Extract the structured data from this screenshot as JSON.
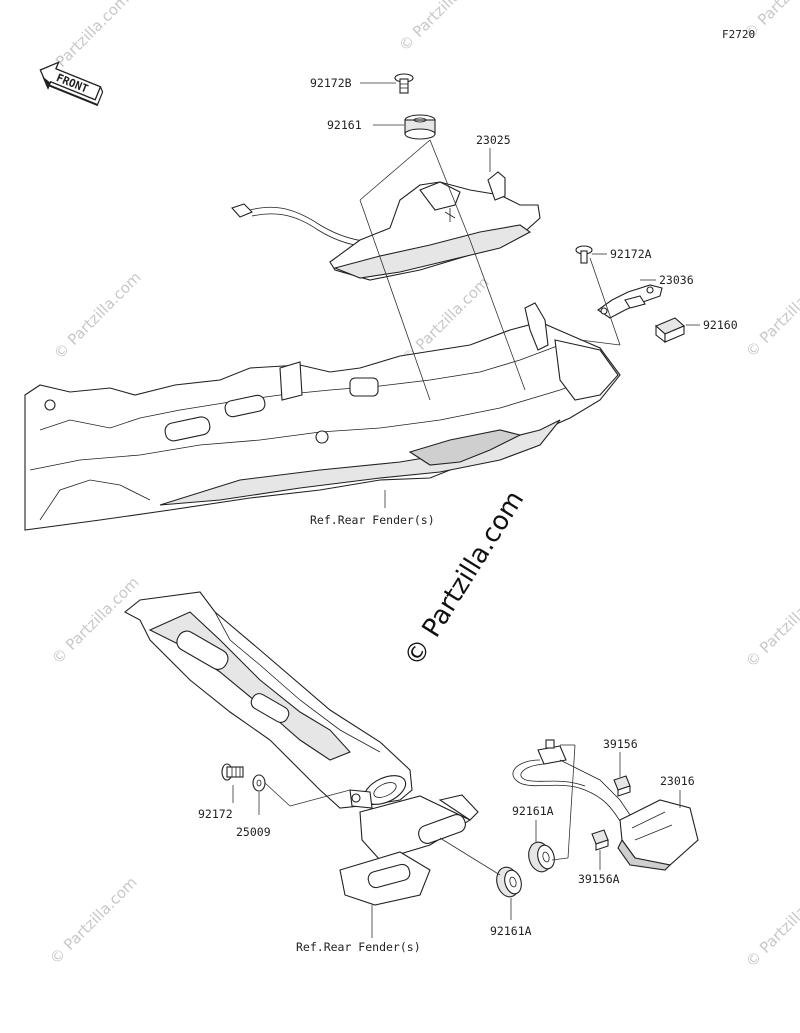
{
  "figure_id": "F2720",
  "front_label": "FRONT",
  "watermark": {
    "small": "© Partzilla.com",
    "big": "© Partzilla.com"
  },
  "callouts": {
    "p92172B": "92172B",
    "p92161": "92161",
    "p23025": "23025",
    "p92172A": "92172A",
    "p23036": "23036",
    "p92160": "92160",
    "p39156": "39156",
    "p23016": "23016",
    "p92161A_top": "92161A",
    "p39156A": "39156A",
    "p92172": "92172",
    "p25009": "25009",
    "p92161A_bottom": "92161A"
  },
  "references": {
    "rear_fender_top": "Ref.Rear Fender(s)",
    "rear_fender_bottom": "Ref.Rear Fender(s)"
  },
  "colors": {
    "line": "#222222",
    "watermark_light": "#c8c8c8",
    "watermark_dark": "#111111"
  }
}
